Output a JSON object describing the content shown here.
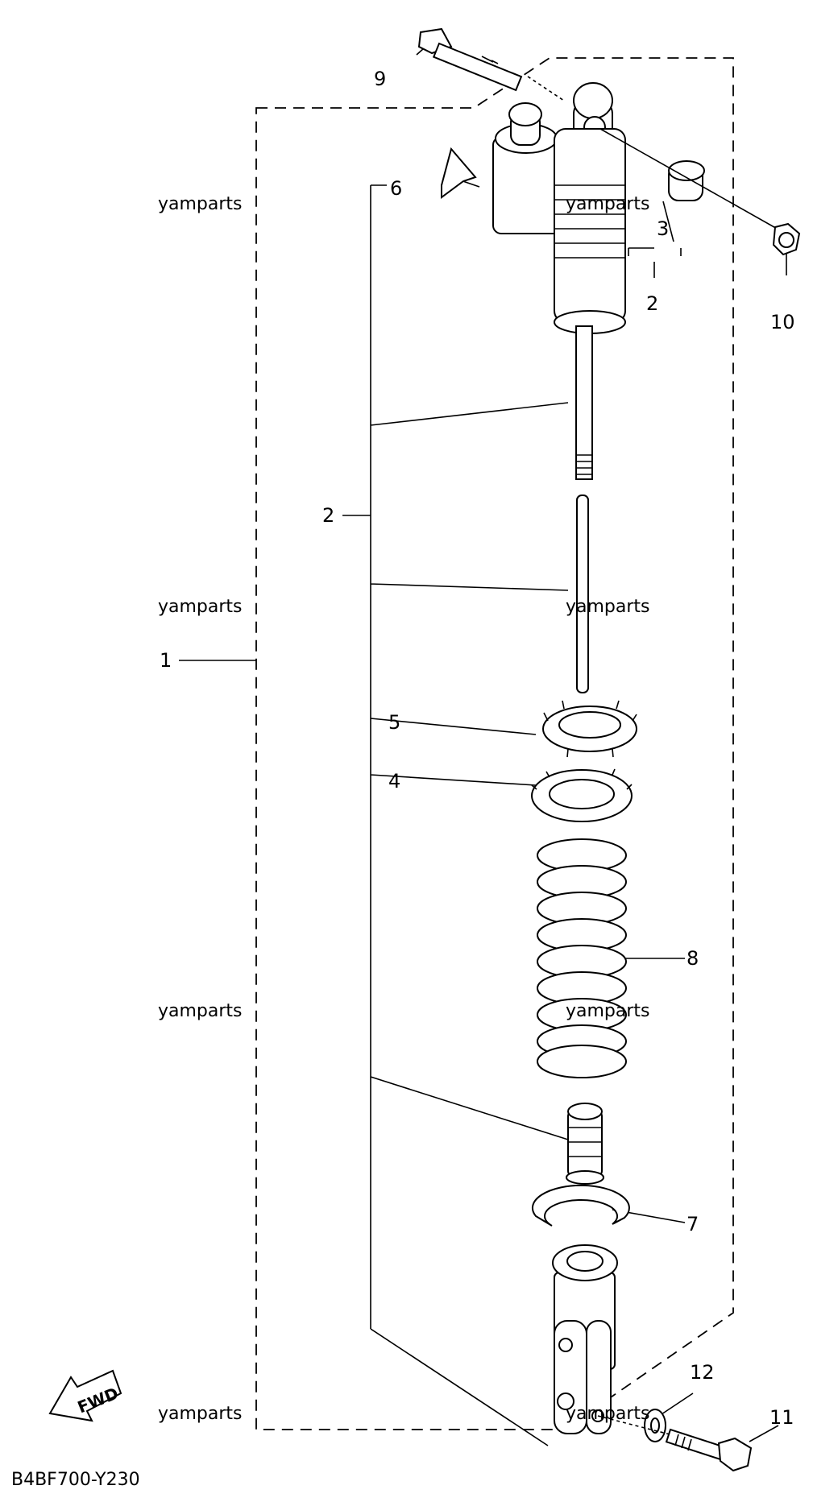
{
  "diagram_code": "B4BF700-Y230",
  "fwd_label": "FWD",
  "watermark": "yamparts",
  "callouts": {
    "c1": "1",
    "c2a": "2",
    "c2b": "2",
    "c3": "3",
    "c4": "4",
    "c5": "5",
    "c6": "6",
    "c7": "7",
    "c8": "8",
    "c9": "9",
    "c10": "10",
    "c11": "11",
    "c12": "12"
  }
}
